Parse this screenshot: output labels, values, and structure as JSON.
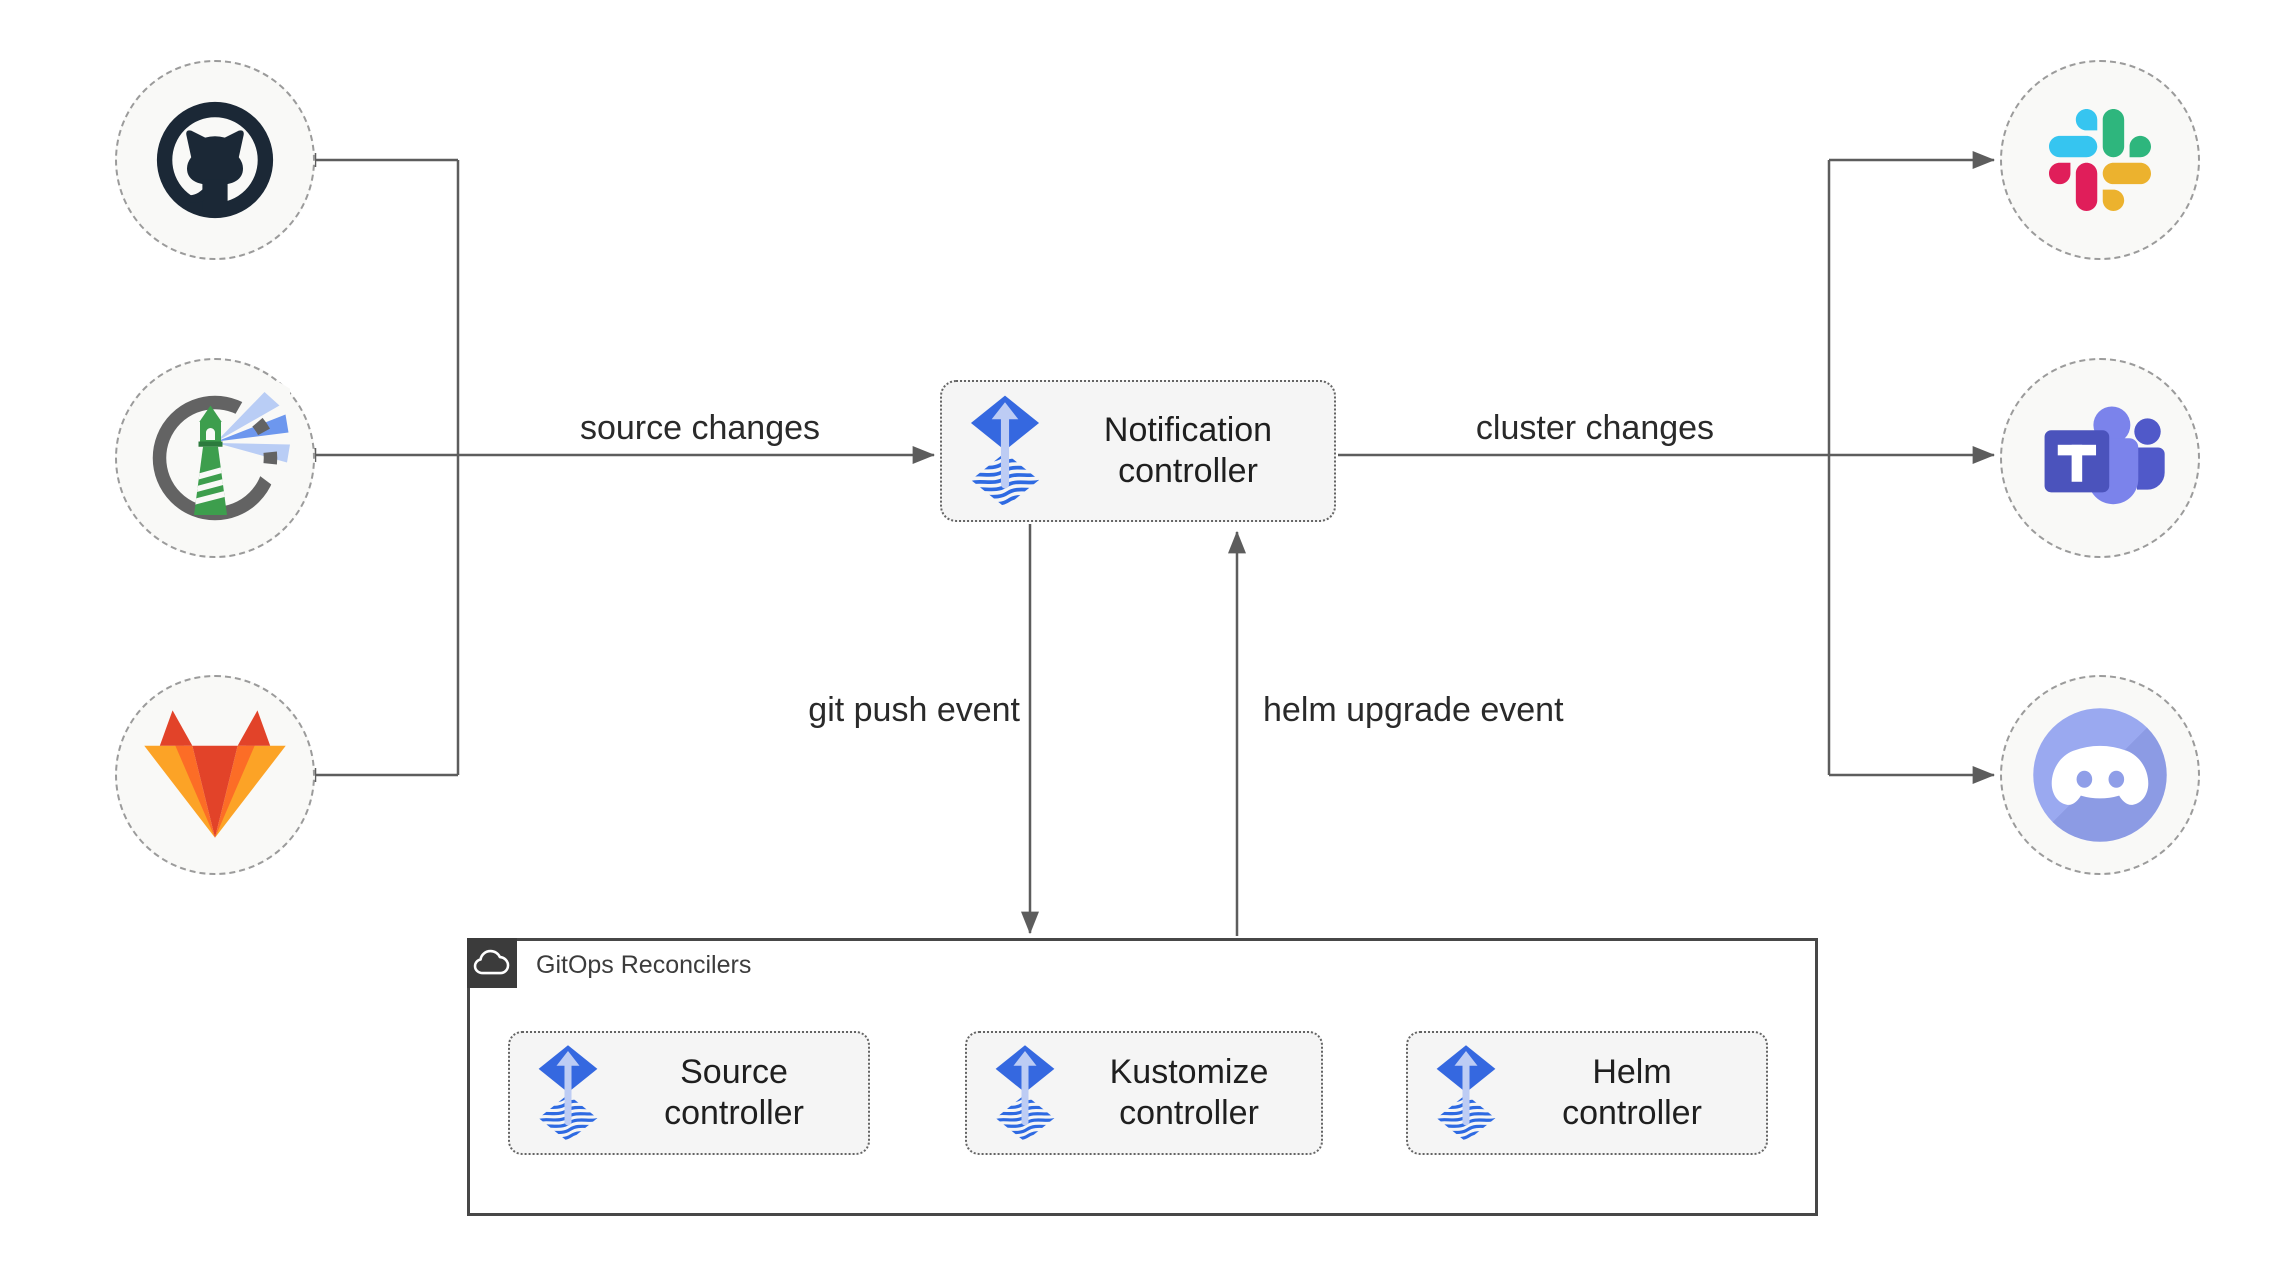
{
  "edge_labels": {
    "source_changes": "source changes",
    "cluster_changes": "cluster changes",
    "git_push": "git push event",
    "helm_upgrade": "helm upgrade event"
  },
  "nodes": {
    "notification": {
      "label": "Notification controller",
      "icon": "flux-icon"
    },
    "source": {
      "label": "Source controller",
      "icon": "flux-icon"
    },
    "kustomize": {
      "label": "Kustomize controller",
      "icon": "flux-icon"
    },
    "helm": {
      "label": "Helm controller",
      "icon": "flux-icon"
    }
  },
  "container": {
    "label": "GitOps Reconcilers",
    "icon": "cloud-icon"
  },
  "inputs": [
    {
      "icon": "github-icon"
    },
    {
      "icon": "harbor-icon"
    },
    {
      "icon": "gitlab-icon"
    }
  ],
  "outputs": [
    {
      "icon": "slack-icon"
    },
    {
      "icon": "teams-icon"
    },
    {
      "icon": "discord-icon"
    }
  ],
  "colors": {
    "connector": "#5d5d5d",
    "node_fill": "#f5f5f5",
    "node_border": "#646464",
    "endpoint_fill": "#f9f9f7",
    "endpoint_border": "#9b9b9b",
    "container_border": "#474747",
    "container_tab": "#3b3b3b",
    "flux_blue": "#3568e0",
    "flux_light": "#bdccf4",
    "github_dark": "#1b2836",
    "harbor_gray": "#636363",
    "harbor_green": "#3d9e4d",
    "gitlab_red": "#e24329",
    "gitlab_orange": "#fc6d26",
    "gitlab_yellow": "#fca326",
    "slack_blue": "#36c5f0",
    "slack_green": "#2eb67d",
    "slack_red": "#e01e5a",
    "slack_yellow": "#ecb22e",
    "teams_purple": "#4b53bc",
    "discord_blurple": "#8c9be4"
  }
}
